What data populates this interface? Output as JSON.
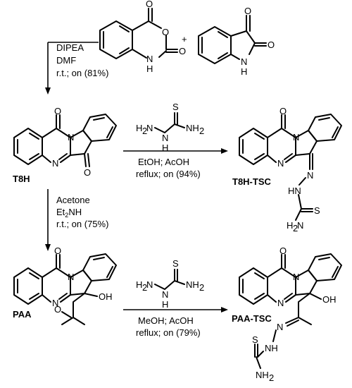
{
  "scheme": {
    "step1": {
      "reagent1": "DIPEA",
      "reagent2": "DMF",
      "conditions": "r.t.; on (81%)",
      "plus": "+"
    },
    "step2": {
      "reagent1": "Acetone",
      "reagent2_base": "Et",
      "reagent2_sub": "2",
      "reagent2_tail": "NH",
      "conditions": "r.t.; on (75%)"
    },
    "step3": {
      "solvent": "EtOH; AcOH",
      "conditions": "reflux; on (94%)"
    },
    "step4": {
      "solvent": "MeOH; AcOH",
      "conditions": "reflux; on (79%)"
    }
  },
  "compounds": {
    "t8h": "T8H",
    "t8h_tsc": "T8H-TSC",
    "paa": "PAA",
    "paa_tsc": "PAA-TSC"
  },
  "atoms": {
    "O": "O",
    "N": "N",
    "H": "H",
    "NH": "NH",
    "OH": "OH",
    "S": "S",
    "H2N_main": "H",
    "H2N_sub": "2",
    "H2N_N": "N",
    "NH2_N": "NH",
    "NH2_sub": "2",
    "HN": "HN"
  }
}
